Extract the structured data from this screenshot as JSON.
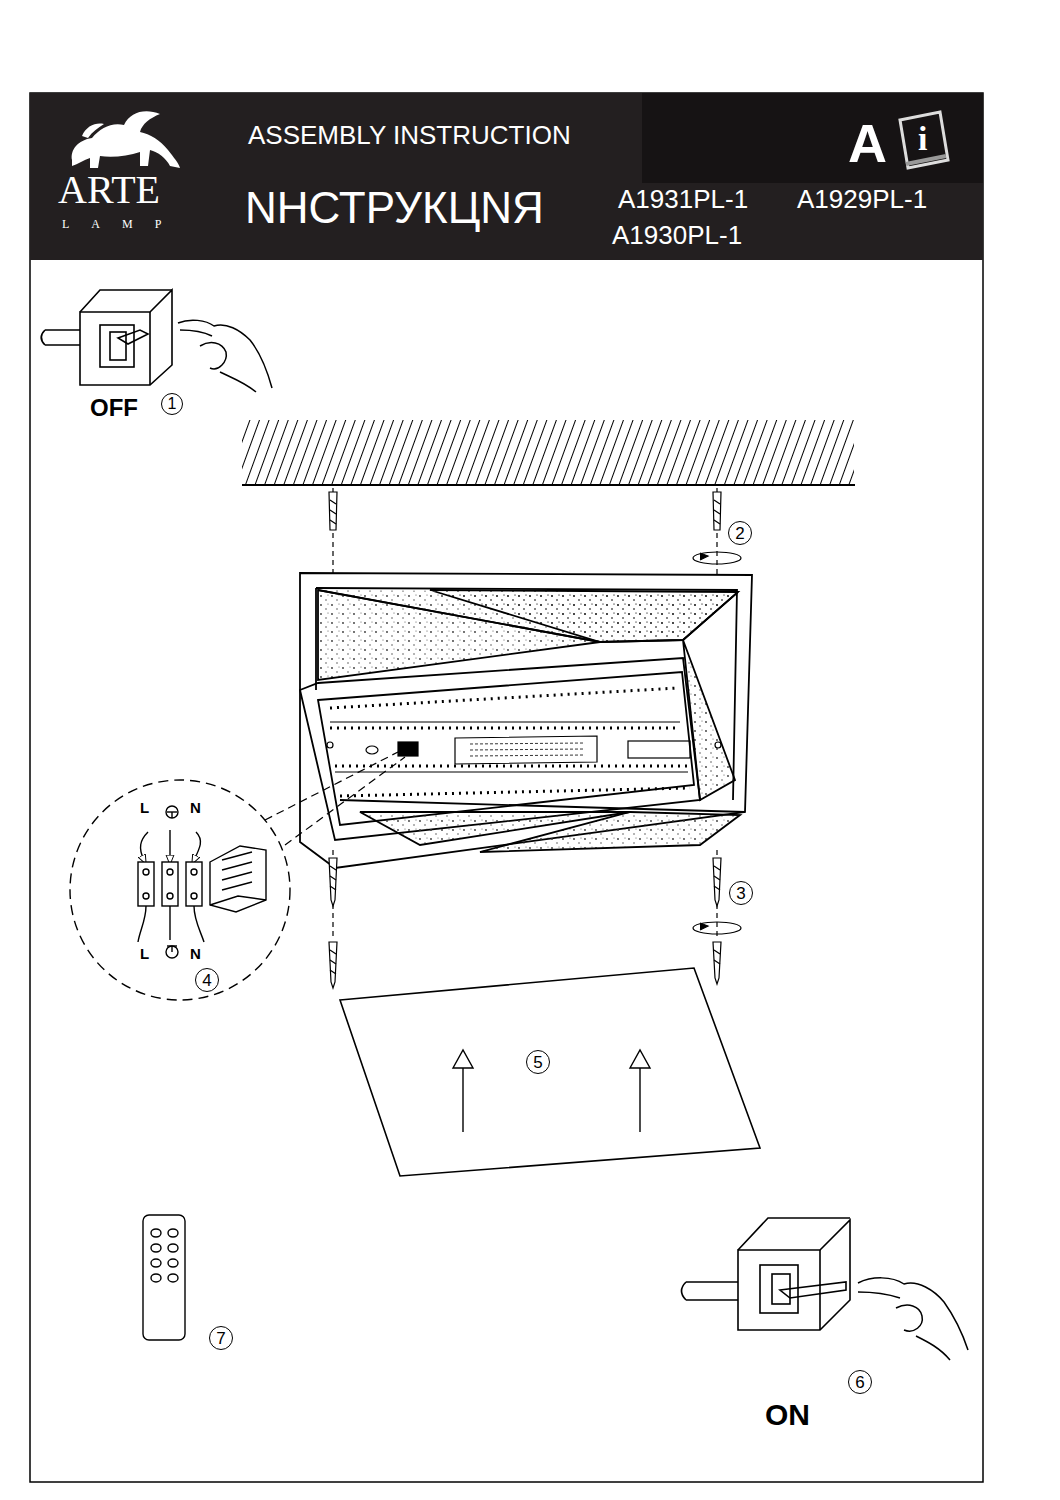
{
  "diagram": {
    "title": "ASSEMBLY INSTRUCTION",
    "labels": [
      "ARTE",
      "LAMP",
      "NНСТРУКЦNЯ",
      "A1931PL-1",
      "A1929PL-1",
      "A1930PL-1",
      "A",
      "i",
      "OFF",
      "1",
      "2",
      "3",
      "L",
      "N",
      "L",
      "N",
      "4",
      "5",
      "7",
      "6",
      "ON"
    ]
  }
}
